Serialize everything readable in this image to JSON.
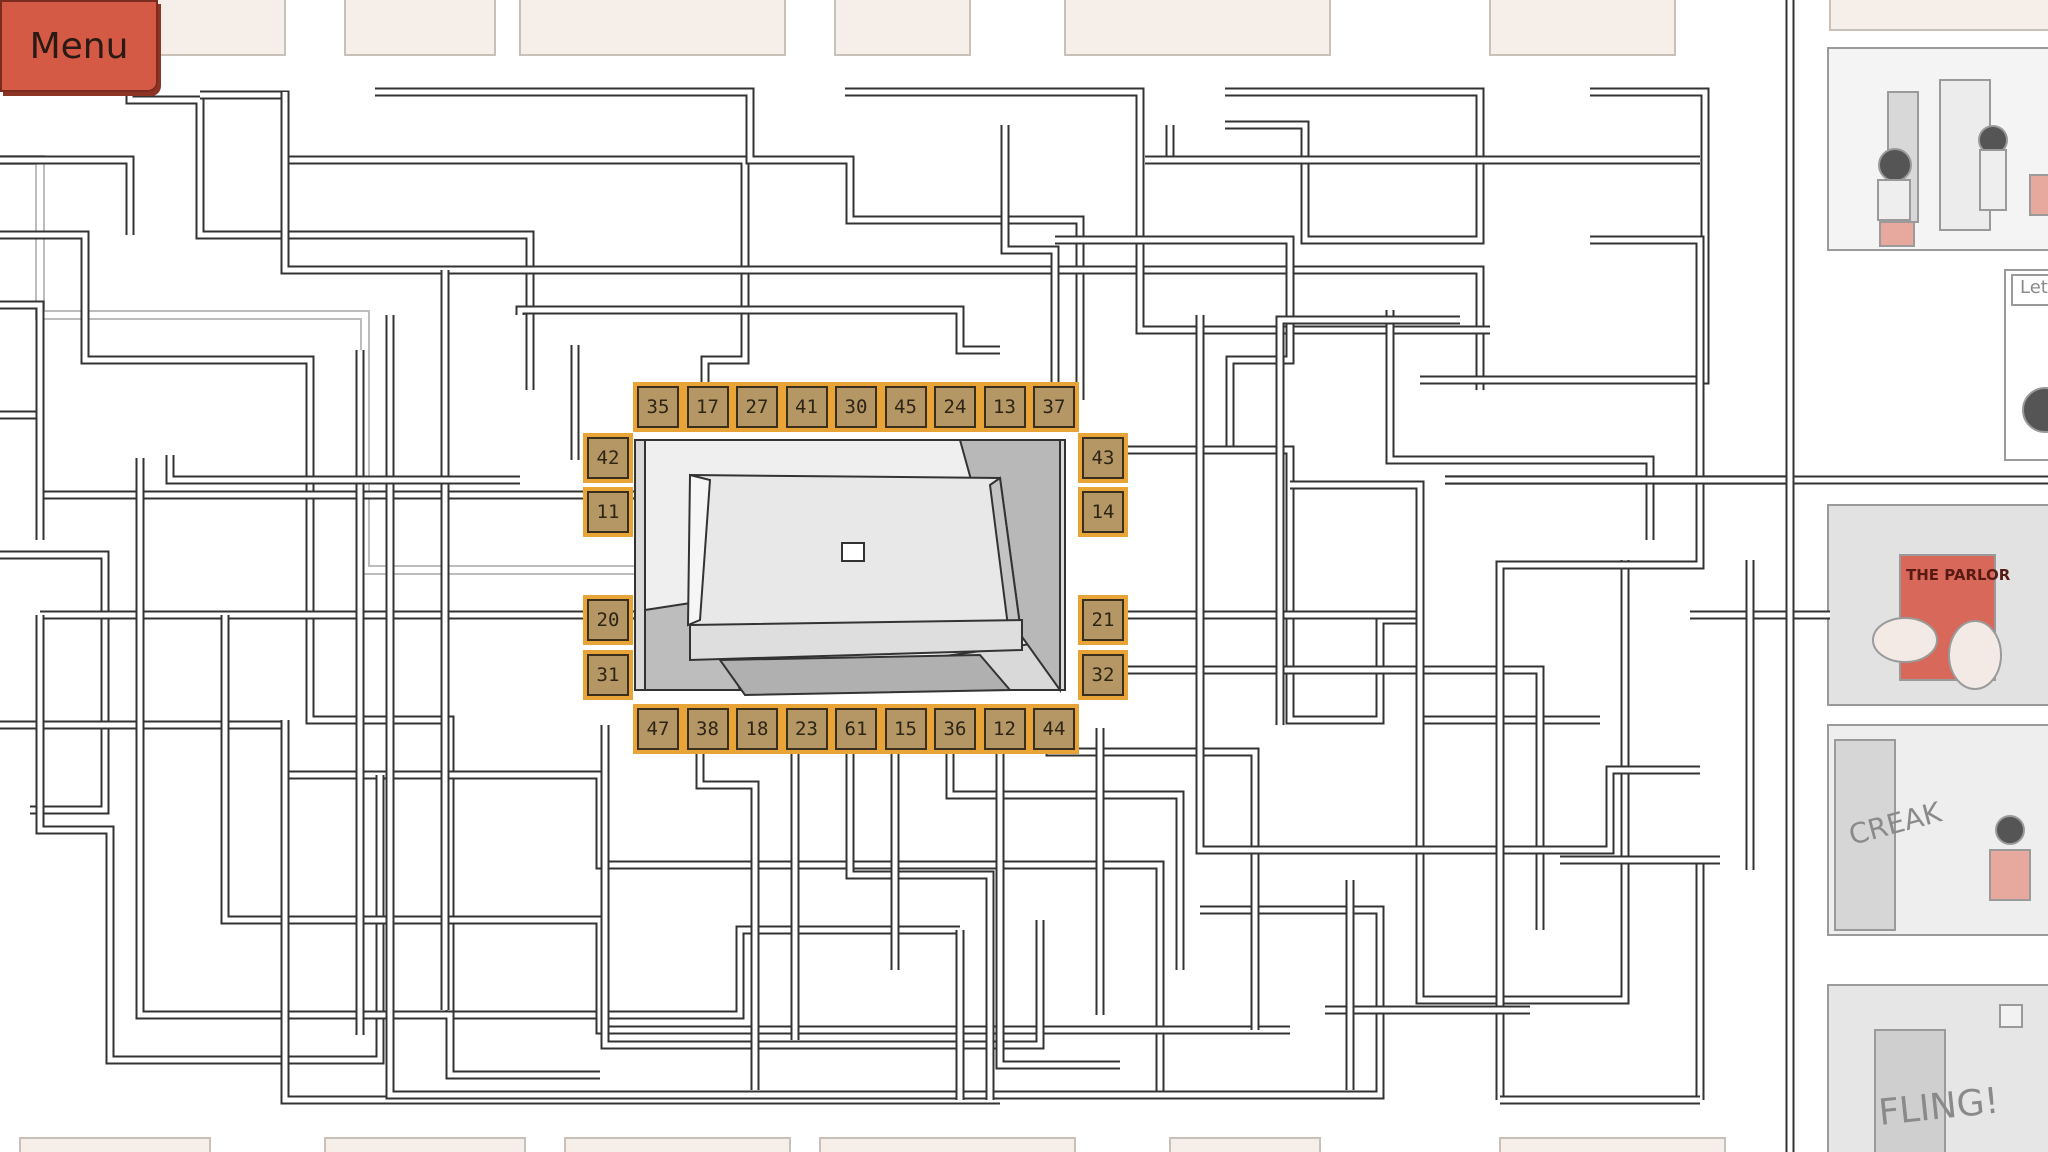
{
  "menu": {
    "label": "Menu"
  },
  "tiles": {
    "top": [
      "35",
      "17",
      "27",
      "41",
      "30",
      "45",
      "24",
      "13",
      "37"
    ],
    "bottom": [
      "47",
      "38",
      "18",
      "23",
      "61",
      "15",
      "36",
      "12",
      "44"
    ],
    "left": [
      "42",
      "11",
      "20",
      "31"
    ],
    "right": [
      "43",
      "14",
      "21",
      "32"
    ]
  },
  "panels": {
    "speech": "Let",
    "book_title": "THE PARLOR",
    "creak": "CREAK",
    "fling": "FLING!"
  },
  "colors": {
    "menu": "#d45a45",
    "tile_border": "#e9a437",
    "tile_fill": "#b49764",
    "wire": "#333333"
  }
}
